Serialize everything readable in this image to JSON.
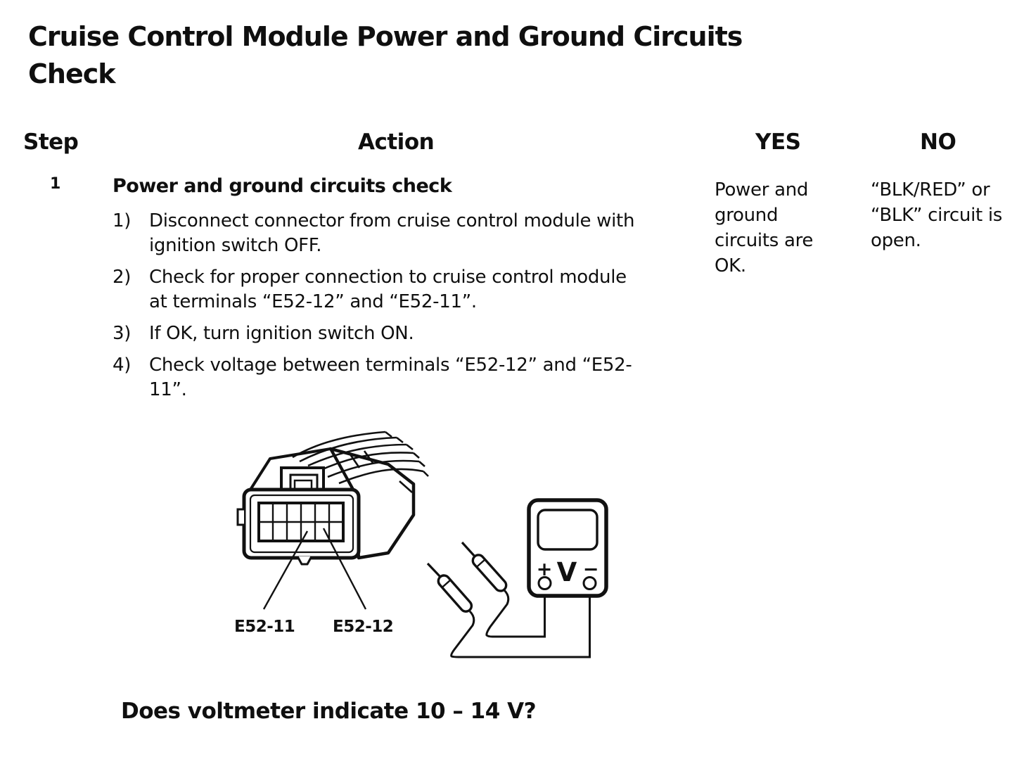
{
  "page": {
    "title_lines": [
      "Cruise Control Module Power and Ground Circuits",
      "Check"
    ],
    "question": "Does voltmeter indicate 10 – 14 V?"
  },
  "table": {
    "headers": {
      "step": "Step",
      "action": "Action",
      "yes": "YES",
      "no": "NO"
    },
    "row": {
      "step": "1",
      "action_title": "Power and ground circuits check",
      "action_items": [
        {
          "num": "1)",
          "text": "Disconnect connector from cruise control module with ignition switch OFF."
        },
        {
          "num": "2)",
          "text": "Check for proper connection to cruise control module at terminals “E52-12” and “E52-11”."
        },
        {
          "num": "3)",
          "text": "If OK, turn ignition switch ON."
        },
        {
          "num": "4)",
          "text": "Check voltage between terminals “E52-12” and “E52-11”."
        }
      ],
      "yes": "Power and ground circuits are OK.",
      "no": "“BLK/RED” or “BLK” circuit is open."
    }
  },
  "diagram": {
    "labels": {
      "terminal_left": "E52-11",
      "terminal_right": "E52-12",
      "voltmeter_unit": "V",
      "plus": "+",
      "minus": "−"
    }
  },
  "colors": {
    "ink": "#111111",
    "background": "#ffffff"
  }
}
